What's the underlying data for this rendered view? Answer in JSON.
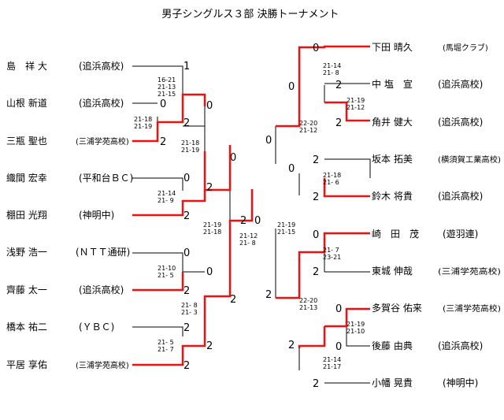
{
  "title": "男子シングルス３部 決勝トーナメント",
  "left_players": [
    {
      "name": "島　祥 大",
      "aff": "(追浜高校)"
    },
    {
      "name": "山根 新道",
      "aff": "(追浜高校)"
    },
    {
      "name": "三瓶 聖也",
      "aff": "(三浦学苑高校)"
    },
    {
      "name": "織間 宏幸",
      "aff": "(平和台ＢＣ)"
    },
    {
      "name": "棚田 光翔",
      "aff": "(神明中)"
    },
    {
      "name": "浅野 浩一",
      "aff": "(ＮＴＴ通研)"
    },
    {
      "name": "齊藤 太一",
      "aff": "(追浜高校)"
    },
    {
      "name": "橋本 祐二",
      "aff": "(ＹＢＣ)"
    },
    {
      "name": "平居 享佑",
      "aff": "(三浦学苑高校)"
    }
  ],
  "right_players": [
    {
      "name": "下田 晴久",
      "aff": "(馬堀クラブ)"
    },
    {
      "name": "中 塩　宣",
      "aff": "(追浜高校)"
    },
    {
      "name": "角井 健大",
      "aff": "(追浜高校)"
    },
    {
      "name": "坂本 拓美",
      "aff": "(横須賀工業高校)"
    },
    {
      "name": "鈴木 将貴",
      "aff": "(追浜高校)"
    },
    {
      "name": "崎　田　茂",
      "aff": "(遊羽連)"
    },
    {
      "name": "東城 伸哉",
      "aff": "(三浦学苑高校)"
    },
    {
      "name": "多賀谷 佑来",
      "aff": "(三浦学苑高校)"
    },
    {
      "name": "後藤 由典",
      "aff": "(追浜高校)"
    },
    {
      "name": "小幡 晃貴",
      "aff": "(神明中)"
    }
  ],
  "scores": [
    {
      "v": "1"
    },
    {
      "v": "0"
    },
    {
      "v": "2"
    },
    {
      "v": "2"
    },
    {
      "v": "0"
    },
    {
      "v": "0"
    },
    {
      "v": "2"
    },
    {
      "v": "2"
    },
    {
      "v": "0"
    },
    {
      "v": "0"
    },
    {
      "v": "2"
    },
    {
      "v": "0"
    },
    {
      "v": "2"
    },
    {
      "v": "2"
    },
    {
      "v": "2"
    },
    {
      "v": "2"
    },
    {
      "v": "0"
    },
    {
      "v": "2"
    },
    {
      "v": "0"
    },
    {
      "v": "2"
    },
    {
      "v": "2"
    },
    {
      "v": "0"
    },
    {
      "v": "0"
    },
    {
      "v": "2"
    },
    {
      "v": "2"
    },
    {
      "v": "0"
    },
    {
      "v": "0"
    },
    {
      "v": "2"
    },
    {
      "v": "2"
    },
    {
      "v": "0"
    },
    {
      "v": "0"
    },
    {
      "v": "2"
    },
    {
      "v": "2"
    }
  ],
  "game_scores": [
    {
      "lines": [
        "16-21",
        "21-13",
        "21-15"
      ]
    },
    {
      "lines": [
        "21-18",
        "21-19"
      ]
    },
    {
      "lines": [
        "21-18",
        "21-19"
      ]
    },
    {
      "lines": [
        "21-14",
        "21- 9"
      ]
    },
    {
      "lines": [
        "21-19",
        "21-18"
      ]
    },
    {
      "lines": [
        "21-10",
        "21- 5"
      ]
    },
    {
      "lines": [
        "21- 8",
        "21- 3"
      ]
    },
    {
      "lines": [
        "21- 5",
        "21- 7"
      ]
    },
    {
      "lines": [
        "21-12",
        "21- 8"
      ]
    },
    {
      "lines": [
        "21-14",
        "21- 8"
      ]
    },
    {
      "lines": [
        "21-19",
        "21-12"
      ]
    },
    {
      "lines": [
        "22-20",
        "21-12"
      ]
    },
    {
      "lines": [
        "21-18",
        "21- 6"
      ]
    },
    {
      "lines": [
        "21-19",
        "21-15"
      ]
    },
    {
      "lines": [
        "21- 7",
        "23-21"
      ]
    },
    {
      "lines": [
        "22-20",
        "21-13"
      ]
    },
    {
      "lines": [
        "21-19",
        "21-10"
      ]
    },
    {
      "lines": [
        "21-14",
        "21-17"
      ]
    }
  ],
  "colors": {
    "winner_line": "#ee1111",
    "loser_line": "#000000"
  }
}
